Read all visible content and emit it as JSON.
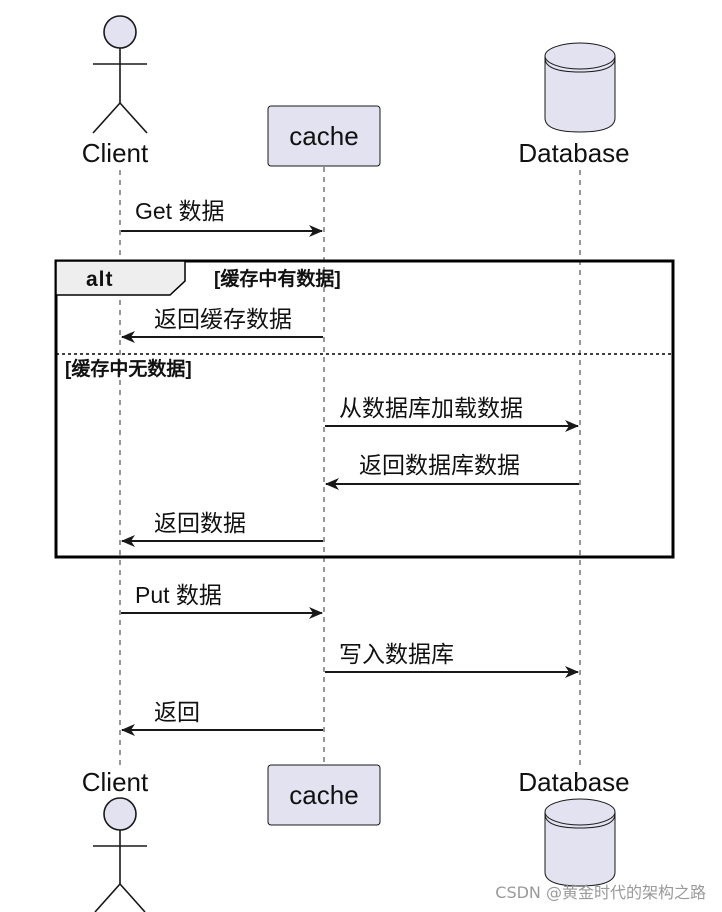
{
  "participants": {
    "client": "Client",
    "cache": "cache",
    "database": "Database"
  },
  "messages": {
    "get": "Get 数据",
    "return_cache": "返回缓存数据",
    "load_db": "从数据库加载数据",
    "return_db": "返回数据库数据",
    "return_data": "返回数据",
    "put": "Put 数据",
    "write_db": "写入数据库",
    "return": "返回"
  },
  "frame": {
    "keyword": "alt",
    "condition_1": "[缓存中有数据]",
    "condition_2": "[缓存中无数据]"
  },
  "watermark": "CSDN @黄金时代的架构之路",
  "colors": {
    "participant_fill": "#e2e2f0",
    "frame_tab_fill": "#eeeeee",
    "stroke": "#181818"
  }
}
